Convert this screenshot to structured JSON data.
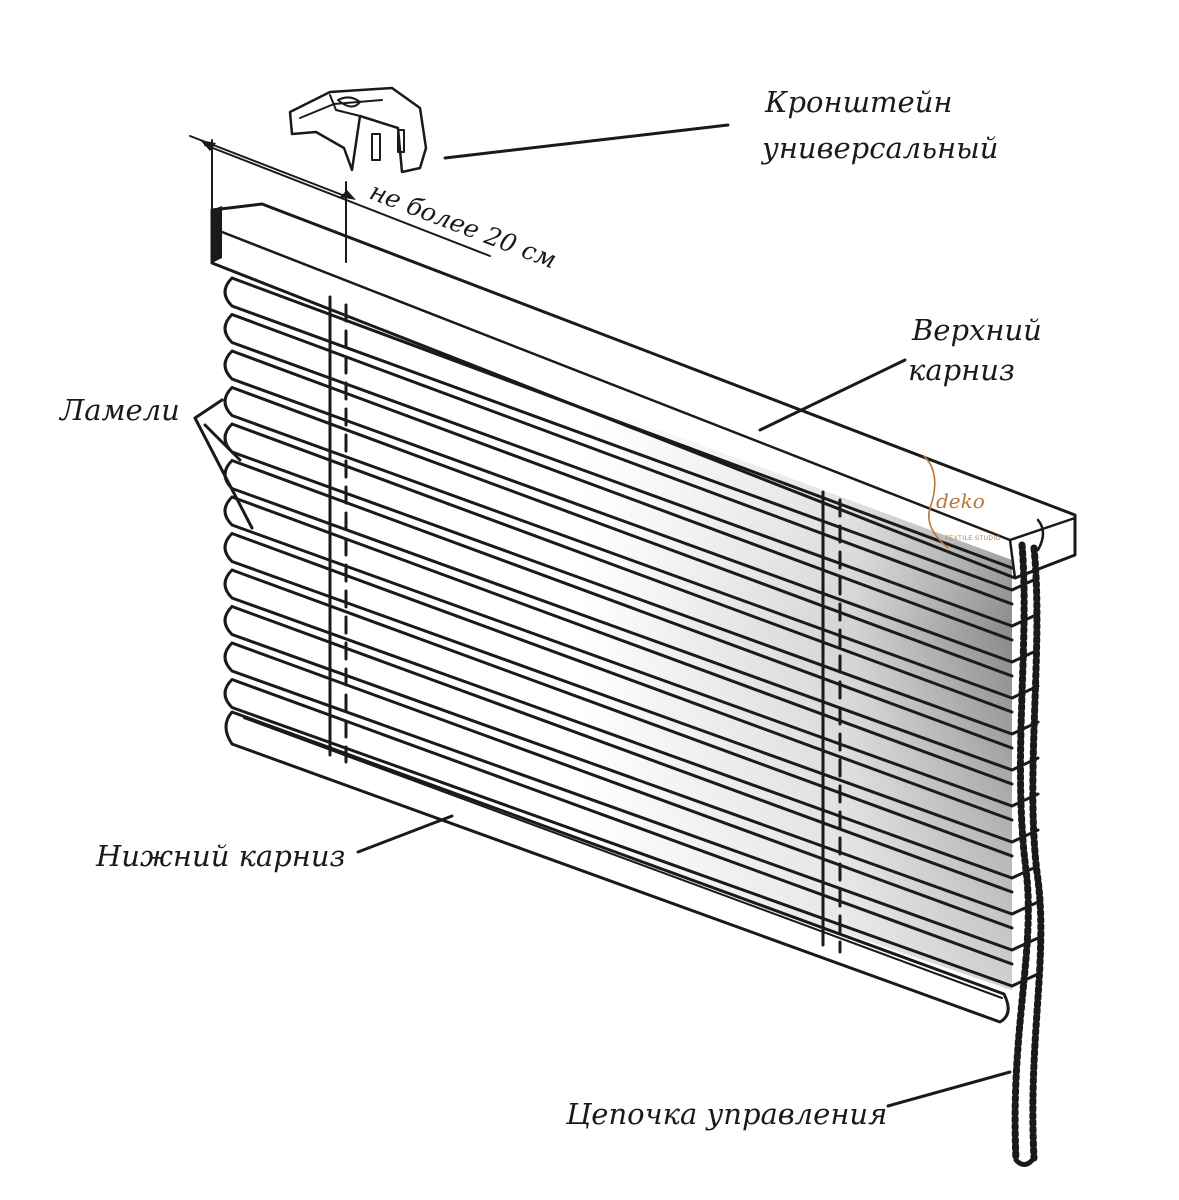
{
  "labels": {
    "bracket_line1": "Кронштейн",
    "bracket_line2": "универсальный",
    "dimension": "не более 20 см",
    "top_rail_line1": "Верхний",
    "top_rail_line2": "карниз",
    "slats": "Ламели",
    "bottom_rail": "Нижний карниз",
    "chain": "Цепочка управления"
  },
  "watermark": {
    "brand": "deko",
    "sub": "TEXTILE STUDIO"
  },
  "colors": {
    "ink": "#1a1a1a",
    "brand": "#b8763a",
    "shade": "#7d7d7d"
  }
}
